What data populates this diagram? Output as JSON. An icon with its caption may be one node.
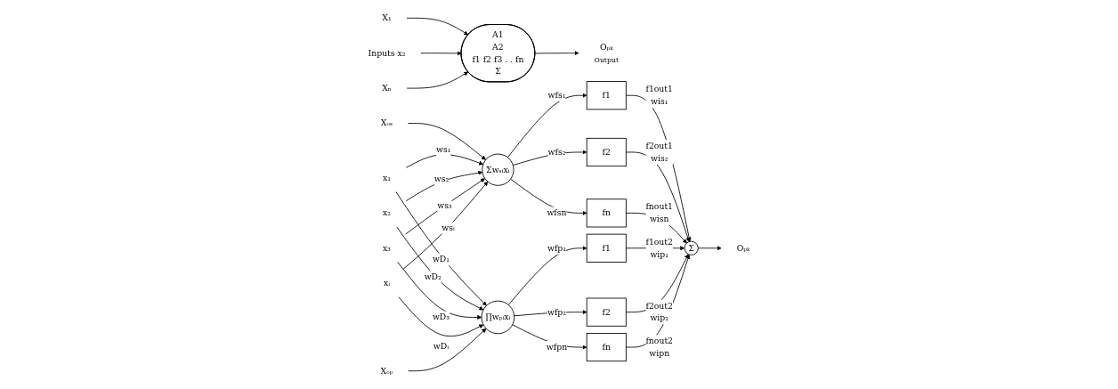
{
  "diagram": {
    "nodes": [
      {
        "text": [
          "X₁"
        ]
      },
      {
        "text": [
          "Inputs x₂"
        ]
      },
      {
        "text": [
          "Xₙ"
        ]
      },
      {
        "text": [
          "A1",
          "A2",
          "f1 f2 f3 . . fn",
          "Σ"
        ]
      },
      {
        "text": [
          "Oₚₖ"
        ],
        "beside": [
          "Output"
        ]
      },
      {
        "text": [
          "Xₒₛ"
        ]
      },
      {
        "text": [
          "x₁"
        ]
      },
      {
        "text": [
          "x₂"
        ]
      },
      {
        "text": [
          "x₃"
        ]
      },
      {
        "text": [
          "xᵢ"
        ]
      },
      {
        "text": [
          "Σwₛᵢxᵢ"
        ]
      },
      {
        "text": [
          "∏wₚᵢxᵢ"
        ]
      },
      {
        "text": [
          "Xₒₚ"
        ]
      },
      {
        "text": [
          "f1"
        ],
        "beside": [
          "f1out1"
        ]
      },
      {
        "text": [
          "f2"
        ],
        "beside": [
          "f2out1"
        ]
      },
      {
        "text": [
          "fn"
        ],
        "beside": [
          "fnout1"
        ]
      },
      {
        "text": [
          "f1"
        ],
        "beside": [
          "f1out2"
        ]
      },
      {
        "text": [
          "f2"
        ],
        "beside": [
          "f2out2"
        ]
      },
      {
        "text": [
          "fn"
        ],
        "beside": [
          "fnout2"
        ]
      },
      {
        "text": [
          "Σ"
        ]
      },
      {
        "text": [
          "Oₚₖ"
        ]
      }
    ],
    "edges": [
      {
        "from": 0,
        "to": 3,
        "arrow": "to"
      },
      {
        "from": 1,
        "to": 3,
        "arrow": "to"
      },
      {
        "from": 2,
        "to": 3,
        "arrow": "to"
      },
      {
        "from": 3,
        "to": 4,
        "arrow": "to"
      },
      {
        "from": 5,
        "to": 10,
        "arrow": "to"
      },
      {
        "from": 6,
        "to": 10,
        "label": "ws₁",
        "arrow": "to"
      },
      {
        "from": 7,
        "to": 10,
        "label": "ws₂",
        "arrow": "to"
      },
      {
        "from": 8,
        "to": 10,
        "label": "ws₃",
        "arrow": "to"
      },
      {
        "from": 9,
        "to": 10,
        "label": "wsᵢ",
        "arrow": "to"
      },
      {
        "from": 6,
        "to": 11,
        "label": "wD₁",
        "arrow": "to"
      },
      {
        "from": 7,
        "to": 11,
        "label": "wD₂",
        "arrow": "to"
      },
      {
        "from": 8,
        "to": 11,
        "label": "wD₃",
        "arrow": "to"
      },
      {
        "from": 9,
        "to": 11,
        "label": "wDᵢ",
        "arrow": "to"
      },
      {
        "from": 12,
        "to": 11,
        "arrow": "to"
      },
      {
        "from": 10,
        "to": 13,
        "label": "wfs₁",
        "arrow": "to"
      },
      {
        "from": 10,
        "to": 14,
        "label": "wfs₂",
        "arrow": "to"
      },
      {
        "from": 10,
        "to": 15,
        "label": "wfsn",
        "arrow": "to"
      },
      {
        "from": 11,
        "to": 16,
        "label": "wfp₁",
        "arrow": "to"
      },
      {
        "from": 11,
        "to": 17,
        "label": "wfp₂",
        "arrow": "to"
      },
      {
        "from": 11,
        "to": 18,
        "label": "wfpn",
        "arrow": "to"
      },
      {
        "from": 13,
        "to": 19,
        "label": "wis₁",
        "arrow": "to"
      },
      {
        "from": 14,
        "to": 19,
        "label": "wis₂",
        "arrow": "to"
      },
      {
        "from": 15,
        "to": 19,
        "label": "wisn",
        "arrow": "to"
      },
      {
        "from": 16,
        "to": 19,
        "label": "wip₁",
        "arrow": "to"
      },
      {
        "from": 17,
        "to": 19,
        "label": "wip₂",
        "arrow": "to"
      },
      {
        "from": 18,
        "to": 19,
        "label": "wipn",
        "arrow": "to"
      },
      {
        "from": 19,
        "to": 20,
        "arrow": "to"
      }
    ]
  }
}
